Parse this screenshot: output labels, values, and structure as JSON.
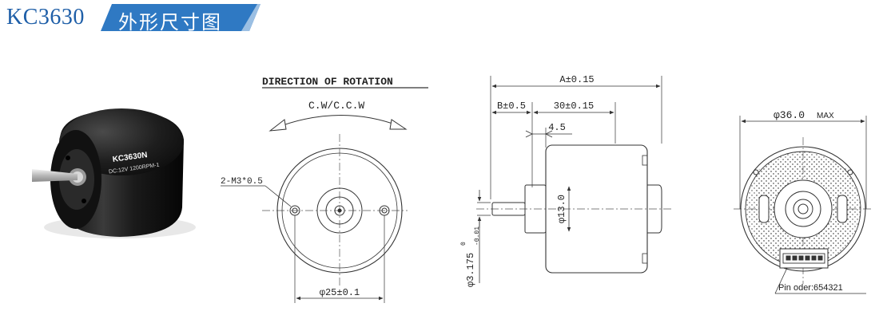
{
  "header": {
    "model": "KC3630",
    "title": "外形尺寸图"
  },
  "product_photo": {
    "label_model": "KC3630N",
    "label_spec": "DC:12V 1200RPM-1"
  },
  "front_view": {
    "heading": "DIRECTION OF ROTATION",
    "rotation": "C.W/C.C.W",
    "hole_callout": "2-M3*0.5",
    "bottom_dim": "φ25±0.1"
  },
  "side_view": {
    "dim_total": "A±0.15",
    "dim_b": "B±0.5",
    "dim_body": "30±0.15",
    "dim_step": "4.5",
    "dim_boss": "φ13.0",
    "dim_shaft_main": "φ3.175",
    "dim_shaft_tol_upper": "0",
    "dim_shaft_tol_lower": "-0.01"
  },
  "rear_view": {
    "dim_max_main": "φ36.0",
    "dim_max_suffix": "MAX",
    "pin_label": "Pin oder:654321"
  },
  "colors": {
    "brand_blue": "#1f5fa8",
    "banner_blue": "#2f79c3",
    "line": "#333333",
    "centerline": "#555555",
    "motor_body": "#1c1c1c"
  }
}
